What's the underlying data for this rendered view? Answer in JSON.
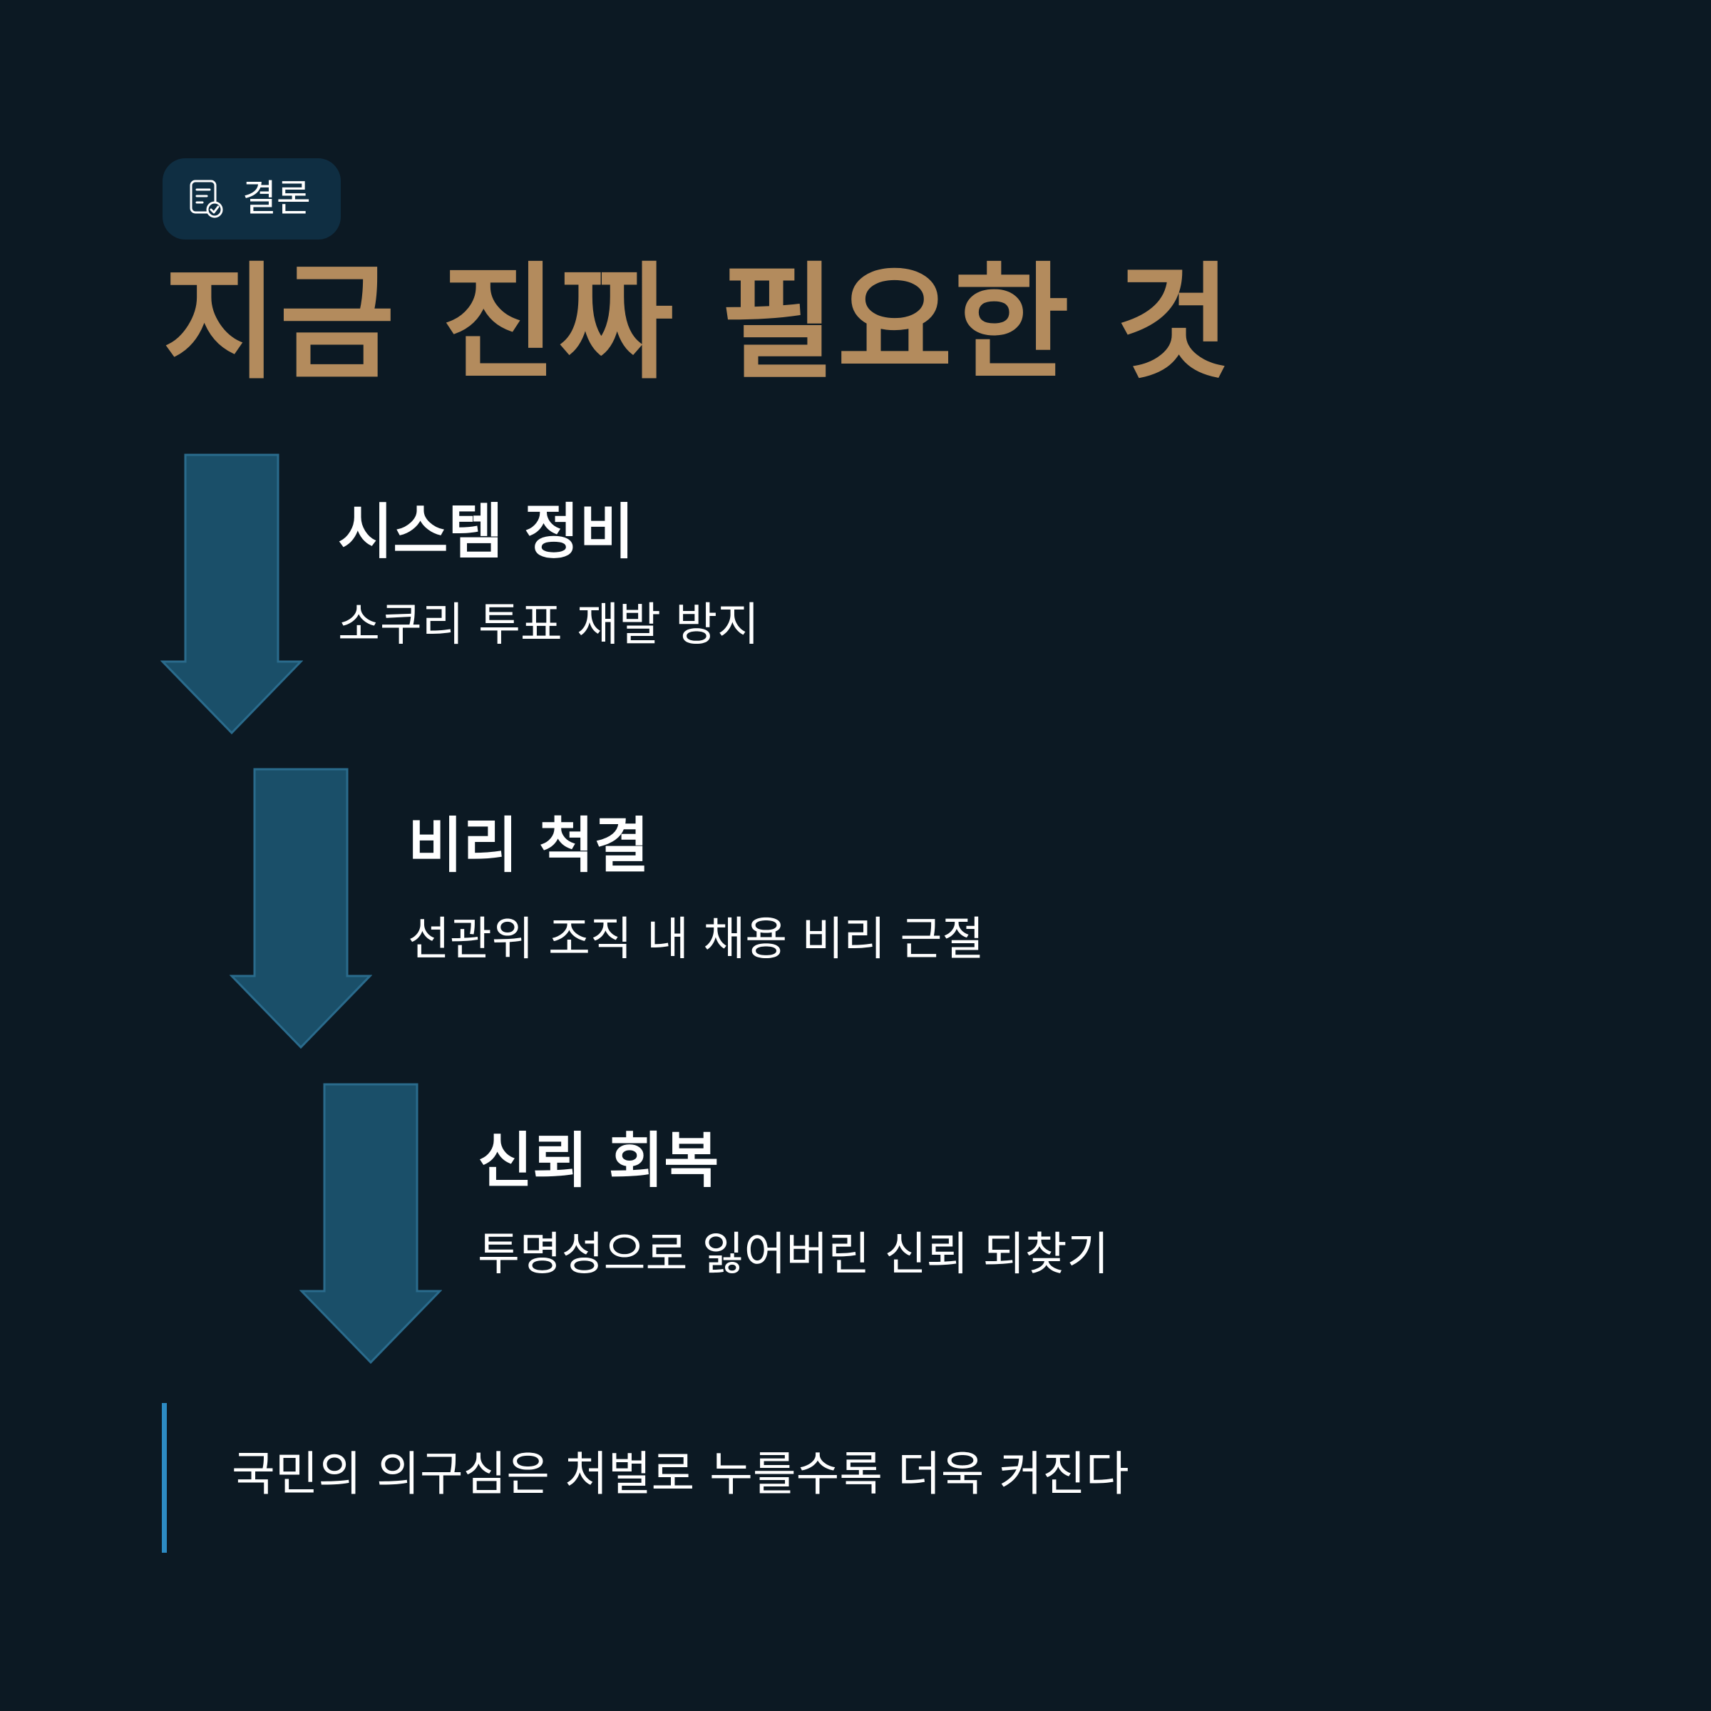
{
  "badge": {
    "icon": "document-check-icon",
    "label": "결론"
  },
  "title": "지금 진짜 필요한 것",
  "steps": [
    {
      "icon": "down-arrow-icon",
      "heading": "시스템 정비",
      "description": "소쿠리 투표 재발 방지"
    },
    {
      "icon": "down-arrow-icon",
      "heading": "비리 척결",
      "description": "선관위 조직 내 채용 비리 근절"
    },
    {
      "icon": "down-arrow-icon",
      "heading": "신뢰 회복",
      "description": "투명성으로 잃어버린 신뢰 되찾기"
    }
  ],
  "quote": {
    "text": "국민의 의구심은 처벌로 누를수록 더욱 커진다"
  },
  "colors": {
    "background": "#0c1923",
    "accent_gold": "#b38b5d",
    "arrow_fill": "#1a4f69",
    "arrow_stroke": "#2a6b8c",
    "quote_bar": "#2d8bc3",
    "badge_bg": "#0f2e42"
  }
}
